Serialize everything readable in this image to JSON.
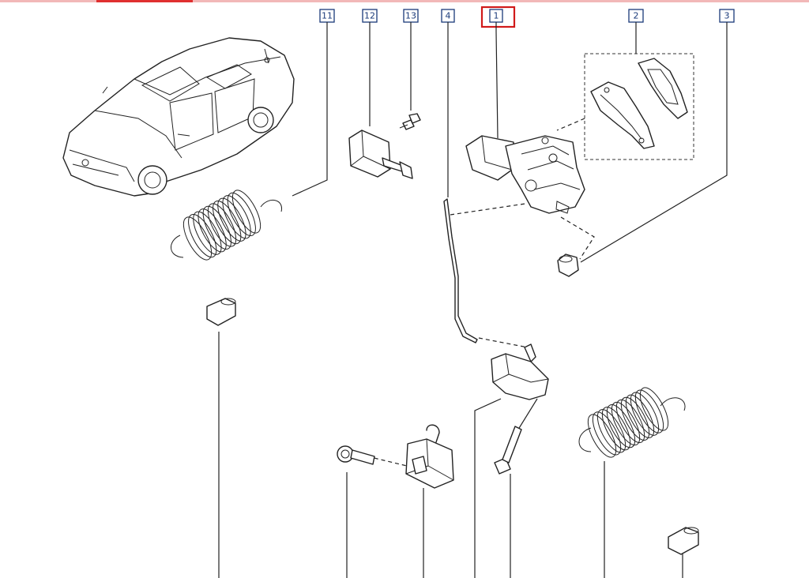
{
  "diagram": {
    "labels": [
      {
        "id": "label-11",
        "text": "11",
        "selected": false
      },
      {
        "id": "label-12",
        "text": "12",
        "selected": false
      },
      {
        "id": "label-13",
        "text": "13",
        "selected": false
      },
      {
        "id": "label-4",
        "text": "4",
        "selected": false
      },
      {
        "id": "label-1",
        "text": "1",
        "selected": true
      },
      {
        "id": "label-2",
        "text": "2",
        "selected": false
      },
      {
        "id": "label-3",
        "text": "3",
        "selected": false
      }
    ],
    "colors": {
      "label_border": "#1a3a7a",
      "selection": "#d11a1a",
      "line": "#222222",
      "top_bar": "#e03030"
    }
  }
}
